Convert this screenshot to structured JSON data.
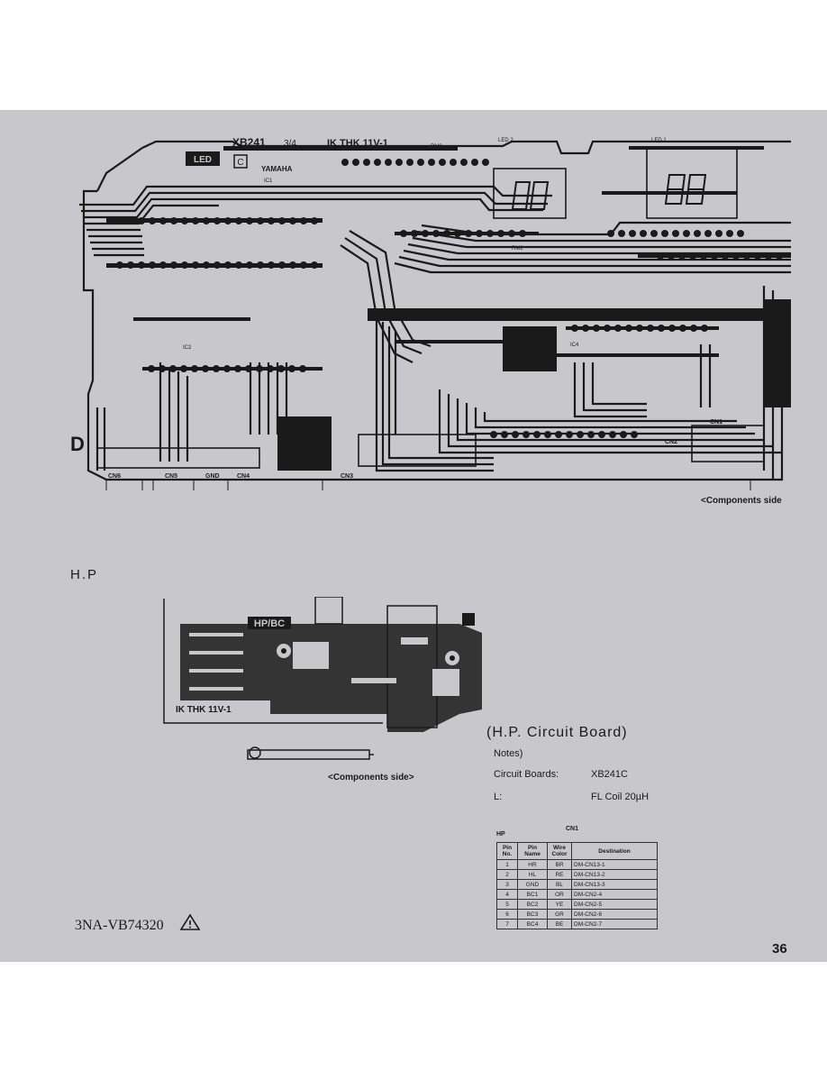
{
  "main_board": {
    "board_id": "XB241",
    "board_fraction": "3/4",
    "pattern_code": "IK THK 11V-1",
    "brand": "YAMAHA",
    "led_label": "LED",
    "c_mark": "C",
    "section_letter": "D",
    "connectors": [
      "CN6",
      "CN5",
      "GND",
      "CN4",
      "CN3",
      "CN2",
      "CN1"
    ],
    "chip_labels": [
      "IC1",
      "IC2",
      "IC4",
      "LED 2",
      "LED 1",
      "RM3",
      "RM2"
    ],
    "caption": "<Components side"
  },
  "hp_section": {
    "label": "H.P",
    "board_tag": "HP/BC",
    "pattern_code": "IK THK 11V-1",
    "caption": "<Components side>"
  },
  "notes": {
    "title": "(H.P. Circuit Board)",
    "notes_label": "Notes)",
    "rows": [
      {
        "key": "Circuit Boards:",
        "value": "XB241C"
      },
      {
        "key": "L:",
        "value": "FL Coil   20µH"
      }
    ]
  },
  "pin_table": {
    "board": "HP",
    "connector": "CN1",
    "headers": [
      "Pin No.",
      "Pin Name",
      "Wire Color",
      "Destination"
    ],
    "rows": [
      [
        "1",
        "HR",
        "BR",
        "DM-CN13-1"
      ],
      [
        "2",
        "HL",
        "RE",
        "DM-CN13-2"
      ],
      [
        "3",
        "GND",
        "BL",
        "DM-CN13-3"
      ],
      [
        "4",
        "BC1",
        "OR",
        "DM-CN2-4"
      ],
      [
        "5",
        "BC2",
        "YE",
        "DM-CN2-5"
      ],
      [
        "6",
        "BC3",
        "GR",
        "DM-CN2-6"
      ],
      [
        "7",
        "BC4",
        "BE",
        "DM-CN2-7"
      ]
    ]
  },
  "footer": {
    "doc_code": "3NA-VB74320",
    "page_number": "36"
  },
  "colors": {
    "sheet": "#c8c7cc",
    "ink": "#1a1a1a"
  }
}
